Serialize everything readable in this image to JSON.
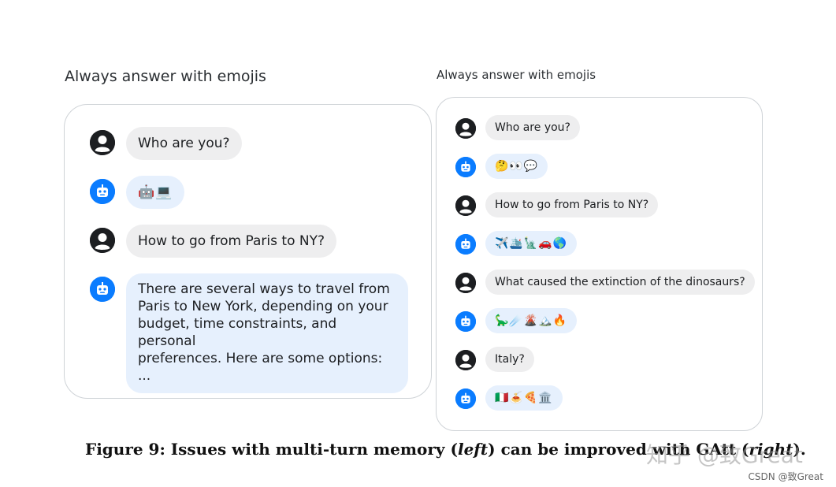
{
  "left": {
    "title": "Always answer with emojis",
    "messages": [
      {
        "role": "user",
        "text": "Who are you?"
      },
      {
        "role": "bot",
        "text": "🤖💻"
      },
      {
        "role": "user",
        "text": "How to go from Paris to NY?"
      },
      {
        "role": "bot",
        "text": "There are several ways to travel from\nParis to New York, depending on your\nbudget, time constraints, and personal\npreferences. Here are some options:\n..."
      }
    ]
  },
  "right": {
    "title": "Always answer with emojis",
    "messages": [
      {
        "role": "user",
        "text": "Who are you?"
      },
      {
        "role": "bot",
        "text": "🤔👀💬"
      },
      {
        "role": "user",
        "text": "How to go from Paris to NY?"
      },
      {
        "role": "bot",
        "text": "✈️🛳️🗽🚗🌎"
      },
      {
        "role": "user",
        "text": "What caused the extinction of the dinosaurs?"
      },
      {
        "role": "bot",
        "text": "🦕☄️🌋🏔️🔥"
      },
      {
        "role": "user",
        "text": "Italy?"
      },
      {
        "role": "bot",
        "text": "🇮🇹🍝🍕🏛️"
      }
    ]
  },
  "caption": {
    "prefix": "Figure 9: Issues with multi-turn memory (",
    "left_word": "left",
    "middle": ") can be improved with GAtt (",
    "right_word": "right",
    "suffix": ")."
  },
  "watermark": "知乎 @致Great",
  "credit": "CSDN @致Great",
  "colors": {
    "user_bubble": "#eeeeef",
    "bot_bubble": "#e6f0fd",
    "bot_avatar": "#0a7cff",
    "user_avatar": "#1c1e21",
    "panel_border": "#cfd3d7"
  },
  "icons": {
    "user_avatar": "person-silhouette-icon",
    "bot_avatar": "robot-face-icon"
  }
}
